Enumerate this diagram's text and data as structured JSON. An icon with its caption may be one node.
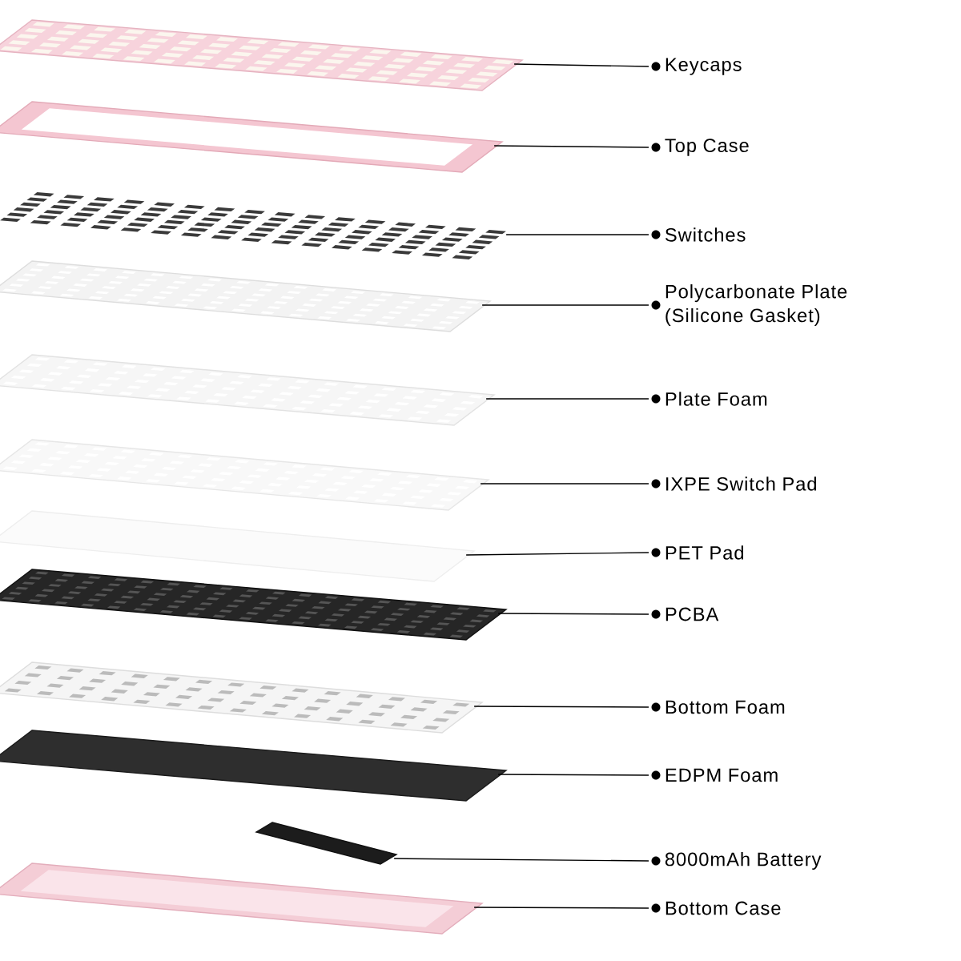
{
  "diagram": {
    "nodes": [
      {
        "text": [
          "Keycaps"
        ]
      },
      {
        "text": [
          "Top Case"
        ]
      },
      {
        "text": [
          "Switches"
        ]
      },
      {
        "text": [
          "Polycarbonate Plate (Silicone Gasket)"
        ]
      },
      {
        "text": [
          "Plate Foam"
        ]
      },
      {
        "text": [
          "IXPE Switch Pad"
        ]
      },
      {
        "text": [
          "PET Pad"
        ]
      },
      {
        "text": [
          "PCBA"
        ]
      },
      {
        "text": [
          "Bottom Foam"
        ]
      },
      {
        "text": [
          "EDPM Foam"
        ]
      },
      {
        "text": [
          "8000mAh Battery"
        ]
      },
      {
        "text": [
          "Bottom Case"
        ]
      },
      {
        "text": [],
        "shape": "picture"
      },
      {
        "text": [],
        "shape": "picture"
      },
      {
        "text": [],
        "shape": "picture"
      },
      {
        "text": [],
        "shape": "picture"
      },
      {
        "text": [],
        "shape": "picture"
      },
      {
        "text": [],
        "shape": "picture"
      },
      {
        "text": [],
        "shape": "picture"
      },
      {
        "text": [],
        "shape": "picture"
      },
      {
        "text": [],
        "shape": "picture"
      },
      {
        "text": [],
        "shape": "picture"
      },
      {
        "text": [],
        "shape": "picture"
      },
      {
        "text": [],
        "shape": "picture"
      }
    ],
    "edges": [
      {
        "from": 0,
        "to": 12,
        "arrow": "none"
      },
      {
        "from": 1,
        "to": 13,
        "arrow": "none"
      },
      {
        "from": 2,
        "to": 14,
        "arrow": "none"
      },
      {
        "from": 3,
        "to": 15,
        "arrow": "none"
      },
      {
        "from": 4,
        "to": 16,
        "arrow": "none"
      },
      {
        "from": 5,
        "to": 17,
        "arrow": "none"
      },
      {
        "from": 6,
        "to": 18,
        "arrow": "none"
      },
      {
        "from": 7,
        "to": 19,
        "arrow": "none"
      },
      {
        "from": 8,
        "to": 20,
        "arrow": "none"
      },
      {
        "from": 9,
        "to": 21,
        "arrow": "none"
      },
      {
        "from": 10,
        "to": 22,
        "arrow": "none"
      },
      {
        "from": 11,
        "to": 23,
        "arrow": "none"
      }
    ]
  }
}
